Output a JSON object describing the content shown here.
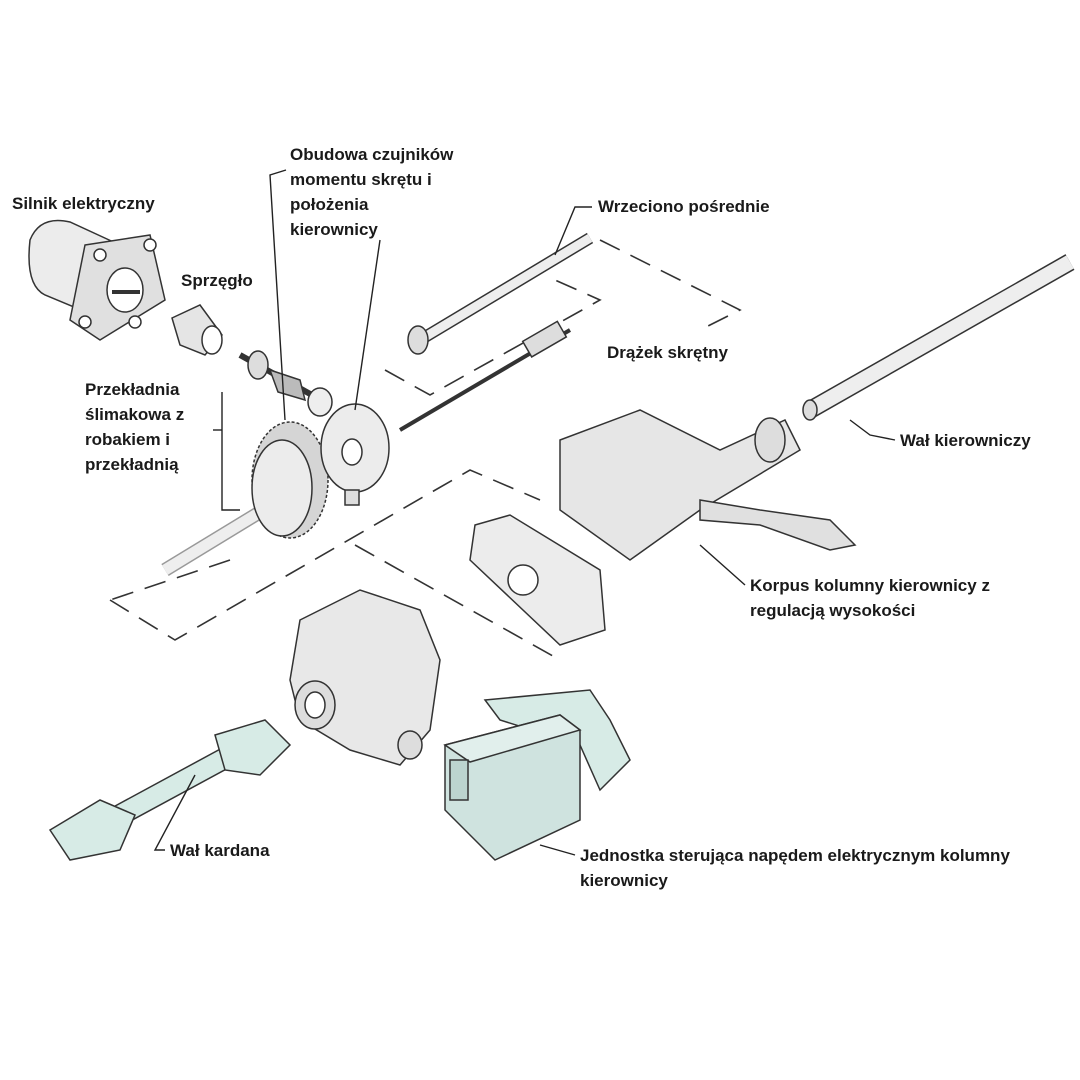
{
  "labels": {
    "motor": "Silnik elektryczny",
    "coupling": "Sprzęgło",
    "sensor_housing": [
      "Obudowa czujników",
      "momentu skrętu i",
      "położenia",
      "kierownicy"
    ],
    "intermediate_spindle": "Wrzeciono pośrednie",
    "torsion_bar": "Drążek skrętny",
    "worm_gear": [
      "Przekładnia",
      "ślimakowa z",
      "robakiem i",
      "przekładnią"
    ],
    "steering_shaft": "Wał kierowniczy",
    "column_body": [
      "Korpus kolumny kierownicy z",
      "regulacją wysokości"
    ],
    "cardan_shaft": "Wał kardana",
    "control_unit": [
      "Jednostka sterująca napędem elektrycznym kolumny",
      "kierownicy"
    ]
  },
  "colors": {
    "part_fill": "#e8e8e8",
    "ecu_fill": "#cfe3df",
    "stroke": "#333333"
  }
}
